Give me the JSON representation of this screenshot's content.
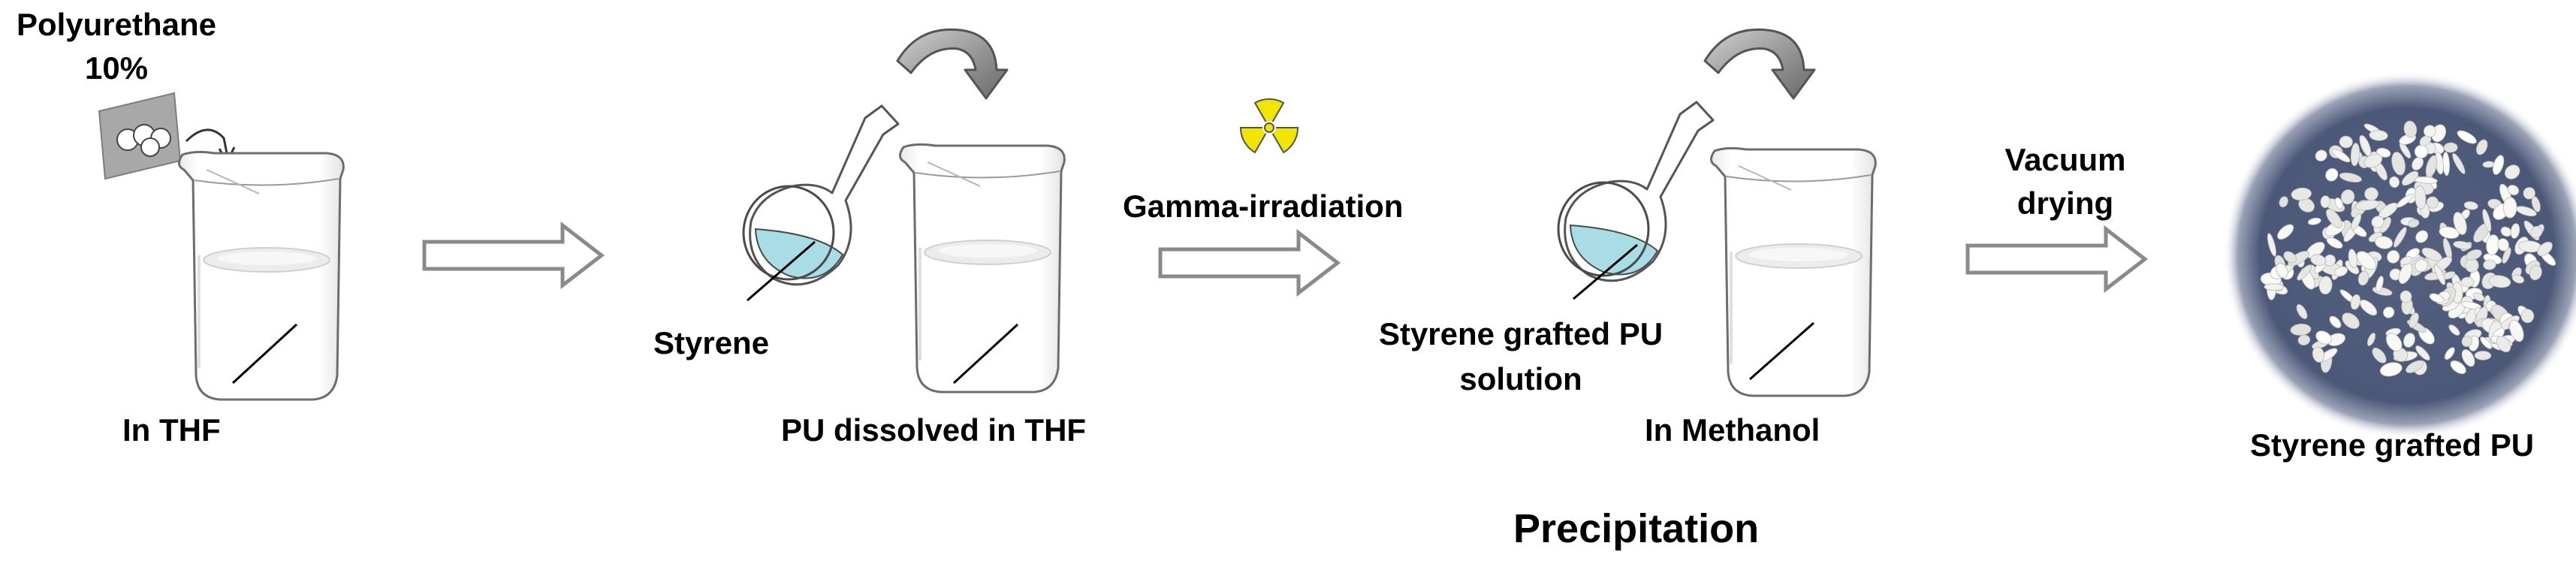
{
  "diagram": {
    "step1": {
      "material": "Polyurethane",
      "concentration": "10%",
      "solvent_label": "In THF"
    },
    "step2": {
      "flask_label": "Styrene",
      "beaker_label": "PU dissolved in THF"
    },
    "irradiation": {
      "label": "Gamma-irradiation",
      "icon": "radiation-trefoil-icon"
    },
    "step3": {
      "flask_label_line1": "Styrene grafted PU",
      "flask_label_line2": "solution",
      "beaker_label": "In Methanol",
      "stage_caption": "Precipitation"
    },
    "drying": {
      "label_line1": "Vacuum",
      "label_line2": "drying"
    },
    "product": {
      "label": "Styrene grafted PU"
    },
    "colors": {
      "flask_solution": "#a9dde6",
      "radiation_yellow": "#f2e500",
      "arrow_stroke": "#8a8a8a",
      "product_background": "#4b5878"
    }
  }
}
